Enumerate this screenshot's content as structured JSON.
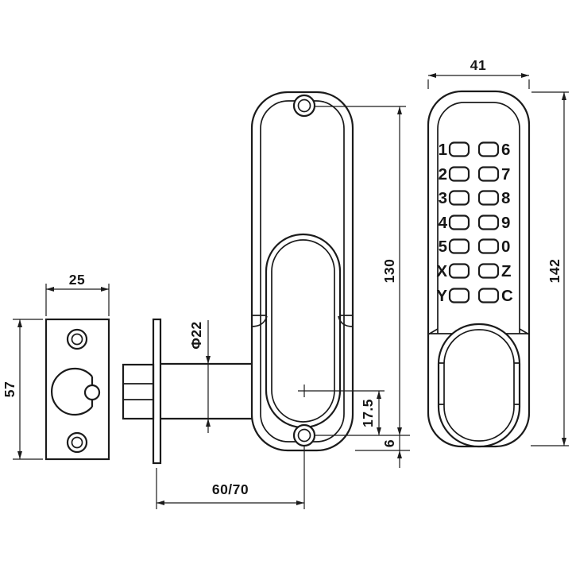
{
  "dimensions": {
    "faceplate_width": "25",
    "faceplate_height": "57",
    "latch_diameter": "Φ22",
    "screw_spacing": "130",
    "center_to_bottom_screw": "17.5",
    "bottom_screw_to_edge": "6",
    "backset": "60/70",
    "keypad_width": "41",
    "keypad_height": "142"
  },
  "keypad": {
    "left_labels": [
      "1",
      "2",
      "3",
      "4",
      "5",
      "X",
      "Y"
    ],
    "right_labels": [
      "6",
      "7",
      "8",
      "9",
      "0",
      "Z",
      "C"
    ]
  },
  "colors": {
    "background": "#ffffff",
    "line": "#1b1b1b"
  }
}
